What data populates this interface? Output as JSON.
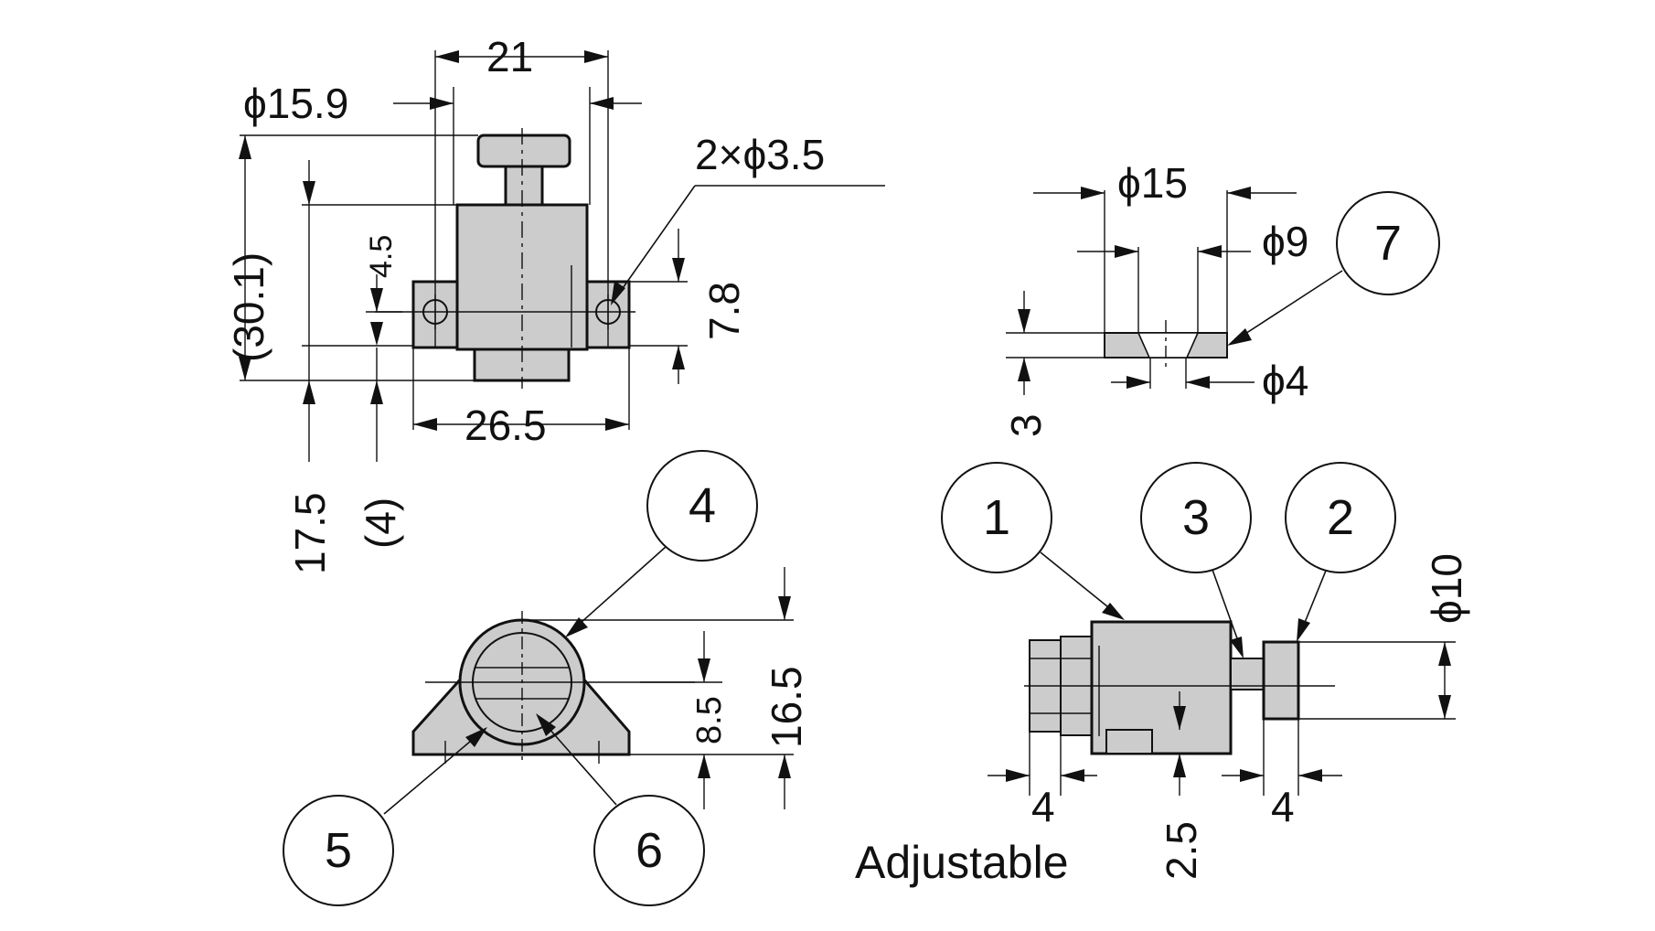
{
  "view_front": {
    "width_21": "21",
    "dia_15_9": "ϕ15.9",
    "holes_2x3_5": "2×ϕ3.5",
    "height_30_1": "(30.1)",
    "offset_4_5": "4.5",
    "height_7_8": "7.8",
    "width_26_5": "26.5",
    "height_17_5": "17.5",
    "offset_4": "(4)"
  },
  "view_strike": {
    "dia_15": "ϕ15",
    "dia_9": "ϕ9",
    "dia_4": "ϕ4",
    "thickness_3": "3"
  },
  "view_end": {
    "height_16_5": "16.5",
    "height_8_5": "8.5"
  },
  "view_side": {
    "dia_10": "ϕ10",
    "left_4": "4",
    "right_4": "4",
    "adj_2_5": "2.5",
    "adjustable_label": "Adjustable"
  },
  "callouts": {
    "c1": "1",
    "c2": "2",
    "c3": "3",
    "c4": "4",
    "c5": "5",
    "c6": "6",
    "c7": "7"
  }
}
